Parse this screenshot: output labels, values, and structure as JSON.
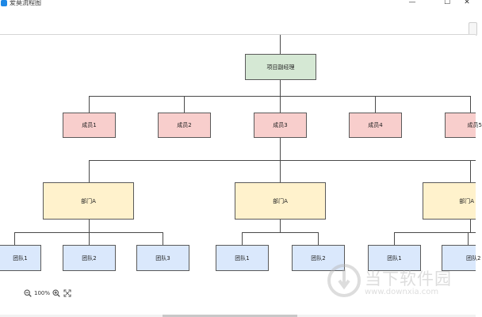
{
  "window": {
    "title": "爱莫流程图",
    "minimize_glyph": "—",
    "maximize_glyph": "☐",
    "close_glyph": "✕"
  },
  "diagram": {
    "root": "项目副经理",
    "members": [
      "成员1",
      "成员2",
      "成员3",
      "成员4",
      "成员5"
    ],
    "departments": [
      "部门A",
      "部门A",
      "部门A"
    ],
    "teams": [
      "团队1",
      "团队2",
      "团队3",
      "团队1",
      "团队2",
      "团队1",
      "团队2"
    ],
    "colors": {
      "root": "#d5e8d4",
      "member": "#f8cecc",
      "department": "#fff2cc",
      "team": "#dae8fc",
      "border": "#5a5a5a",
      "connector": "#4a4a4a"
    }
  },
  "zoom": {
    "value": "100%",
    "icons": [
      "zoom-out-icon",
      "zoom-in-icon",
      "fit-screen-icon"
    ]
  },
  "watermark": {
    "brand": "当下软件园",
    "url": "www.downxia.com"
  }
}
